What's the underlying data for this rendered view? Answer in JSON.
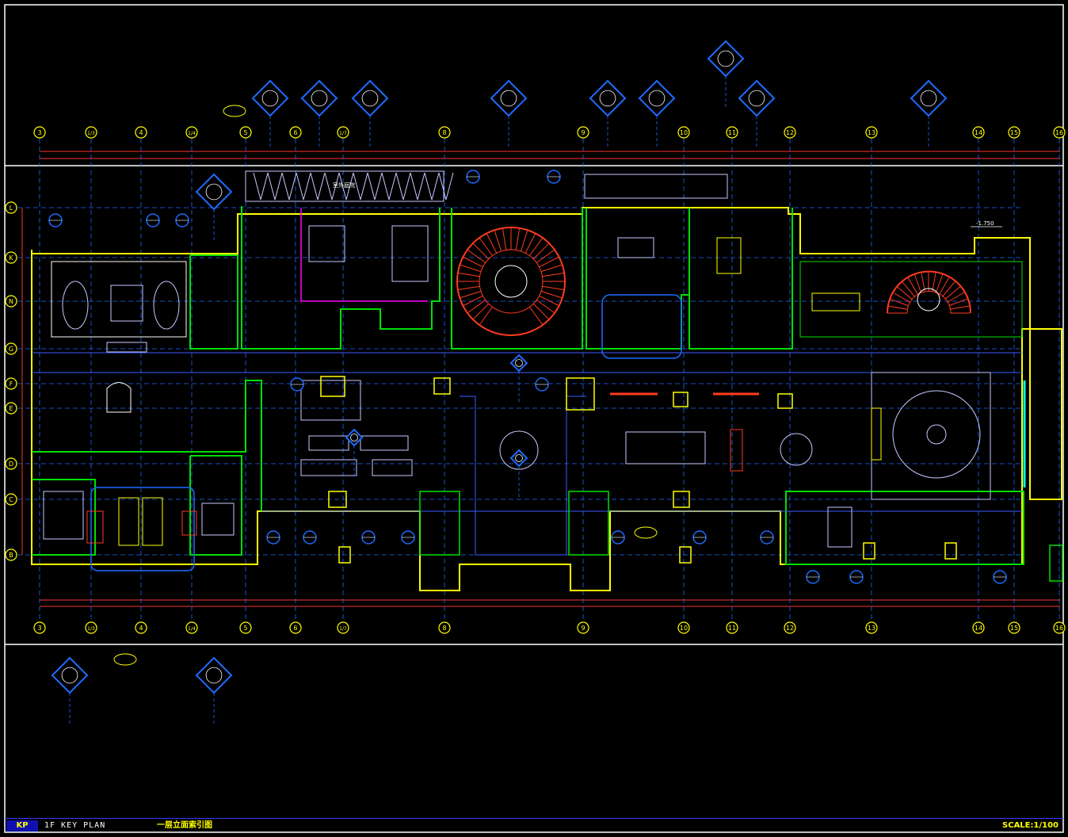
{
  "drawing": {
    "grid_labels": [
      "3",
      "1/3",
      "4",
      "1/4",
      "5",
      "6",
      "1/7",
      "8",
      "9",
      "10",
      "11",
      "12",
      "13",
      "14",
      "15",
      "16"
    ],
    "row_labels": [
      "L",
      "K",
      "N",
      "G",
      "F",
      "E",
      "D",
      "C",
      "B"
    ],
    "spot_level": "-1.750",
    "room_tag": "室外庭院"
  },
  "footer": {
    "code": "KP",
    "sheet_name": "1F KEY PLAN",
    "title_cn": "一层立面索引图",
    "scale": "SCALE:1/100"
  },
  "colors": {
    "background": "#000000",
    "grid": "#1e6bff",
    "wall": "#ffff00",
    "stair": "#ff3b1f",
    "furniture": "#c8c8ff",
    "green": "#00e000",
    "magenta": "#ff00ff",
    "cyan": "#00ffff",
    "white": "#ffffff"
  }
}
